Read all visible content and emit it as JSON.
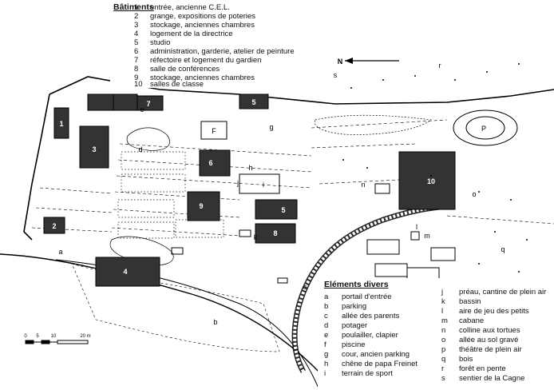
{
  "buildings_legend": {
    "title": "Bâtiments",
    "items": [
      {
        "num": "1",
        "label": "entrée, ancienne C.E.L."
      },
      {
        "num": "2",
        "label": "grange, expositions de poteries"
      },
      {
        "num": "3",
        "label": "stockage, anciennes chambres"
      },
      {
        "num": "4",
        "label": "logement de la directrice"
      },
      {
        "num": "5",
        "label": "studio"
      },
      {
        "num": "6",
        "label": "administration, garderie, atelier de peinture"
      },
      {
        "num": "7",
        "label": "réfectoire et logement du gardien"
      },
      {
        "num": "8",
        "label": "salle de conférences"
      },
      {
        "num": "9",
        "label": "stockage, anciennes chambres"
      },
      {
        "num": "10",
        "label": "salles de classe"
      }
    ]
  },
  "elements_legend": {
    "title": "Eléments divers",
    "left": [
      {
        "letter": "a",
        "label": "portail d'entrée"
      },
      {
        "letter": "b",
        "label": "parking"
      },
      {
        "letter": "c",
        "label": "allée des parents"
      },
      {
        "letter": "d",
        "label": "potager"
      },
      {
        "letter": "e",
        "label": "poulailler, clapier"
      },
      {
        "letter": "f",
        "label": "piscine"
      },
      {
        "letter": "g",
        "label": "cour, ancien parking"
      },
      {
        "letter": "h",
        "label": "chêne de papa Freinet"
      },
      {
        "letter": "i",
        "label": "terrain de sport"
      }
    ],
    "right": [
      {
        "letter": "j",
        "label": "préau, cantine de plein air"
      },
      {
        "letter": "k",
        "label": "bassin"
      },
      {
        "letter": "l",
        "label": "aire de jeu des petits"
      },
      {
        "letter": "m",
        "label": "cabane"
      },
      {
        "letter": "n",
        "label": "colline aux tortues"
      },
      {
        "letter": "o",
        "label": "allée au sol gravé"
      },
      {
        "letter": "p",
        "label": "théâtre de plein air"
      },
      {
        "letter": "q",
        "label": "bois"
      },
      {
        "letter": "r",
        "label": "forêt en pente"
      },
      {
        "letter": "s",
        "label": "sentier de la Cagne"
      }
    ]
  },
  "north_arrow": "N",
  "scale_bar": {
    "ticks": [
      "0",
      "5",
      "10",
      "20 m"
    ]
  },
  "map_labels": {
    "buildings": [
      "1",
      "2",
      "3",
      "4",
      "5",
      "6",
      "7",
      "8",
      "9",
      "10",
      "5"
    ],
    "letters": {
      "a": "a",
      "b": "b",
      "c": "c",
      "d": "d",
      "e": "e",
      "f": "F",
      "g": "g",
      "h": "h",
      "i": "i",
      "j": "j",
      "k": "k",
      "l": "l",
      "m": "m",
      "n": "n",
      "o": "o",
      "p": "P",
      "q": "q",
      "r": "r",
      "s": "s"
    }
  }
}
